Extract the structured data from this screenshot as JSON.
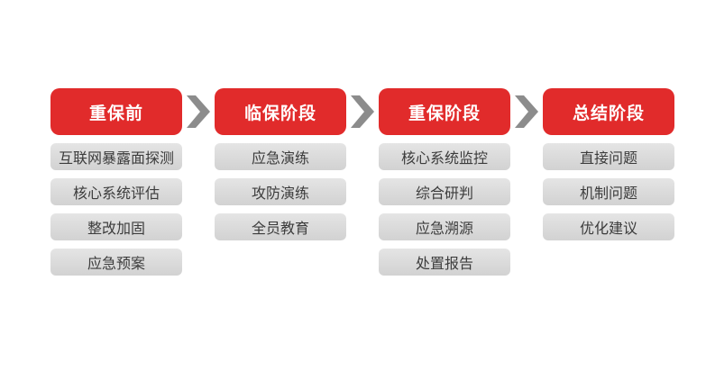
{
  "colors": {
    "page_bg": "#ffffff",
    "accent_red": "#E12B2B",
    "header_text": "#ffffff",
    "arrow_gray": "#8C8C8C",
    "item_bg": "#DCDCDC",
    "item_text": "#3C3C3C"
  },
  "arrow_icon": "chevron-right",
  "columns": [
    {
      "header": "重保前",
      "items": [
        "互联网暴露面探测",
        "核心系统评估",
        "整改加固",
        "应急预案"
      ]
    },
    {
      "header": "临保阶段",
      "items": [
        "应急演练",
        "攻防演练",
        "全员教育"
      ]
    },
    {
      "header": "重保阶段",
      "items": [
        "核心系统监控",
        "综合研判",
        "应急溯源",
        "处置报告"
      ]
    },
    {
      "header": "总结阶段",
      "items": [
        "直接问题",
        "机制问题",
        "优化建议"
      ]
    }
  ]
}
